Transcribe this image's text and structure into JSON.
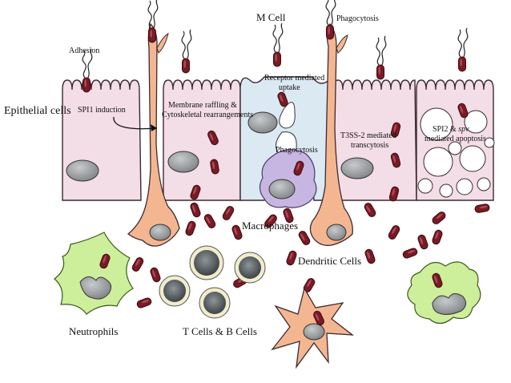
{
  "labels": {
    "m_cell": "M Cell",
    "phagocytosis_top": "Phagocytosis",
    "adhesion": "Adhesion",
    "receptor_uptake_1": "Receptor mediated",
    "receptor_uptake_2": "uptake",
    "epithelial_cells": "Epithelial cells",
    "spi1_induction": "SPI1 induction",
    "membrane_raffling_1": "Membrane raffling &",
    "membrane_raffling_2": "Cytoskeletal rearrangements",
    "t3ss2_1": "T3SS-2 mediated",
    "t3ss2_2": "transcytosis",
    "spi2_1_pre": "SPI2 & ",
    "spi2_1_em": "spv",
    "spi2_2": "mediated apoptosis",
    "phagocytosis_mid": "Phagocytosis",
    "macrophages": "Macrophages",
    "dendritic_cells": "Dendritic Cells",
    "neutrophils": "Neutrophils",
    "t_b_cells": "T Cells & B Cells"
  },
  "colors": {
    "epithelium": "#f3dde6",
    "m_cell": "#dbe9f3",
    "bacteria": "#7a1a24",
    "dendritic": "#f4b691",
    "macrophage": "#c8b6e2",
    "neutrophil": "#cdee9a",
    "nucleus": "#9ea1a3",
    "lymph_ring": "#f1eccc"
  }
}
